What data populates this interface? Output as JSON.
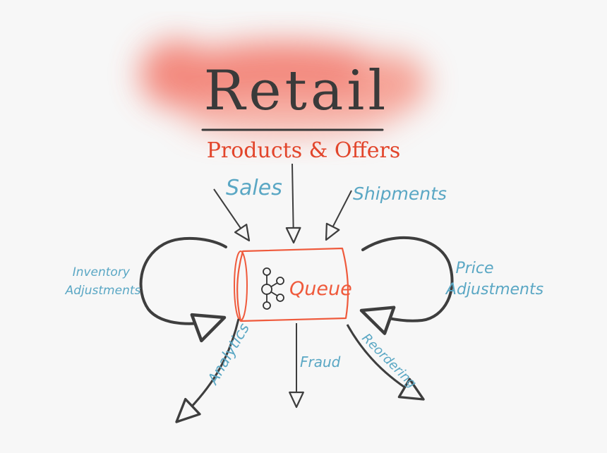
{
  "title": "Retail",
  "subtitle": "Products & Offers",
  "center": {
    "label": "Queue",
    "icon": "kafka-logo-icon"
  },
  "inputs": [
    "Sales",
    "Shipments"
  ],
  "loops": {
    "left": "Inventory Adjustments",
    "right": "Price Adjustments"
  },
  "outputs": {
    "left": "Analytics",
    "middle": "Fraud",
    "right": "Reordering"
  },
  "colors": {
    "title_glow": "#f26b5b",
    "title_ink": "#3a3a3a",
    "subtitle": "#e2452b",
    "queue": "#ef5a3c",
    "labels": "#5aa7c4",
    "arrows": "#3e3e3e"
  }
}
